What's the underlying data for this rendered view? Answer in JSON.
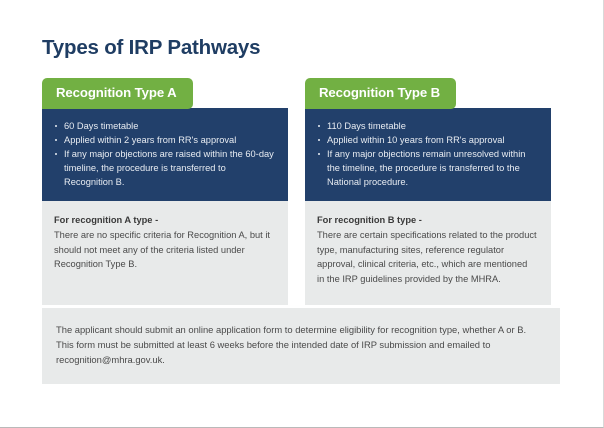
{
  "slide": {
    "title": "Types of IRP Pathways",
    "colors": {
      "navy": "#22406b",
      "green": "#72b043",
      "grey_panel": "#e8eaea",
      "title_navy": "#1f3d63",
      "body_text": "#4a4a4a"
    }
  },
  "columns": [
    {
      "tab_label": "Recognition Type A",
      "bullets": [
        "60 Days timetable",
        "Applied within 2 years from RR's approval",
        "If any major objections are raised within the 60-day timeline, the procedure is transferred to Recognition B."
      ],
      "note_heading": "For recognition A type -",
      "note_body": "There are no specific criteria for Recognition A, but it should not meet any of the criteria listed under Recognition Type B."
    },
    {
      "tab_label": "Recognition Type B",
      "bullets": [
        "110 Days timetable",
        "Applied within 10 years from RR's approval",
        "If any major objections remain unresolved within the timeline, the procedure is transferred to the National procedure."
      ],
      "note_heading": "For recognition B type -",
      "note_body": "There are certain specifications related to the product type, manufacturing sites, reference regulator approval, clinical criteria, etc., which are mentioned in the IRP guidelines provided by the MHRA."
    }
  ],
  "footer": {
    "text": "The applicant should submit an online application form to determine eligibility for recognition type, whether A or B. This form must be submitted at least 6 weeks before the intended date of IRP submission and emailed to recognition@mhra.gov.uk."
  }
}
